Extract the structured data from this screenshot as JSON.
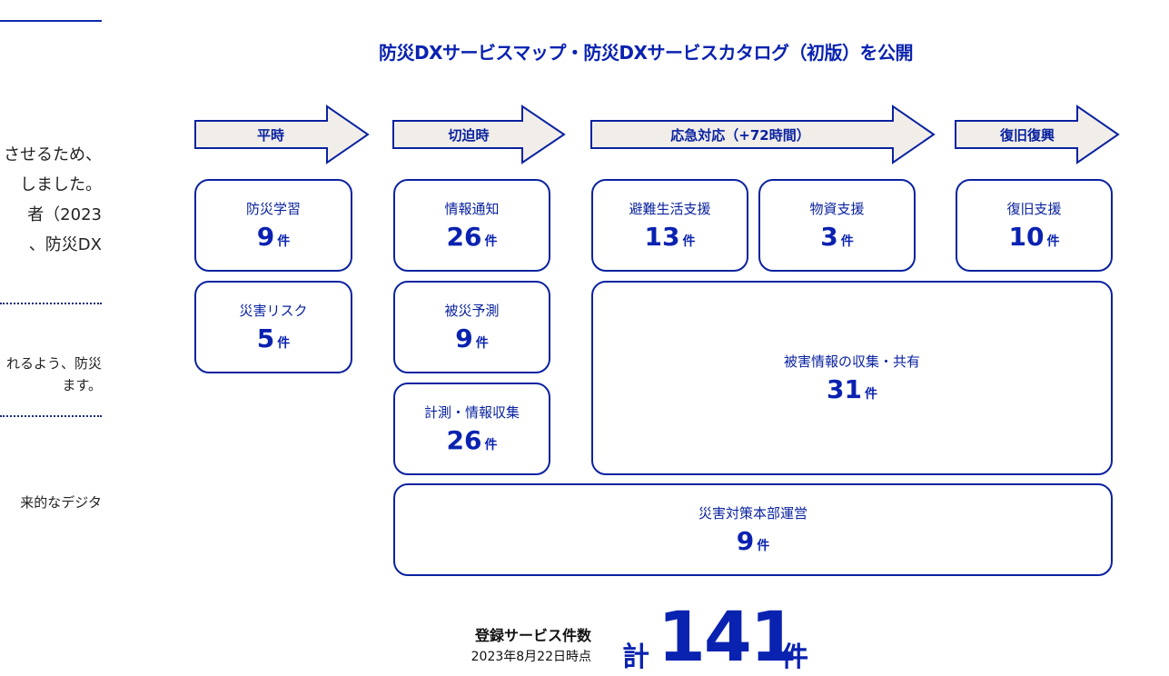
{
  "article": {
    "paragraph1": [
      "させるため、",
      "しました。",
      "者（2023",
      "、防災DX"
    ],
    "paragraph2": [
      "れるよう、防災",
      "ます。"
    ],
    "paragraph3": [
      "来的なデジタ"
    ]
  },
  "diagram": {
    "title": "防災DXサービスマップ・防災DXサービスカタログ（初版）を公開",
    "colors": {
      "accent": "#0a22b0",
      "arrow_fill": "#f1eeea",
      "border": "#0a22a0"
    },
    "phases": [
      {
        "label": "平時"
      },
      {
        "label": "切迫時"
      },
      {
        "label": "応急対応（+72時間）"
      },
      {
        "label": "復旧復興"
      }
    ],
    "unit": "件",
    "categories": [
      {
        "name": "防災学習",
        "count": "9"
      },
      {
        "name": "災害リスク",
        "count": "5"
      },
      {
        "name": "情報通知",
        "count": "26"
      },
      {
        "name": "被災予測",
        "count": "9"
      },
      {
        "name": "計測・情報収集",
        "count": "26"
      },
      {
        "name": "避難生活支援",
        "count": "13"
      },
      {
        "name": "物資支援",
        "count": "3"
      },
      {
        "name": "復旧支援",
        "count": "10"
      },
      {
        "name": "被害情報の収集・共有",
        "count": "31"
      },
      {
        "name": "災害対策本部運営",
        "count": "9"
      }
    ],
    "total": {
      "label": "登録サービス件数",
      "as_of": "2023年8月22日時点",
      "prefix": "計",
      "value": "141",
      "unit": "件"
    }
  }
}
